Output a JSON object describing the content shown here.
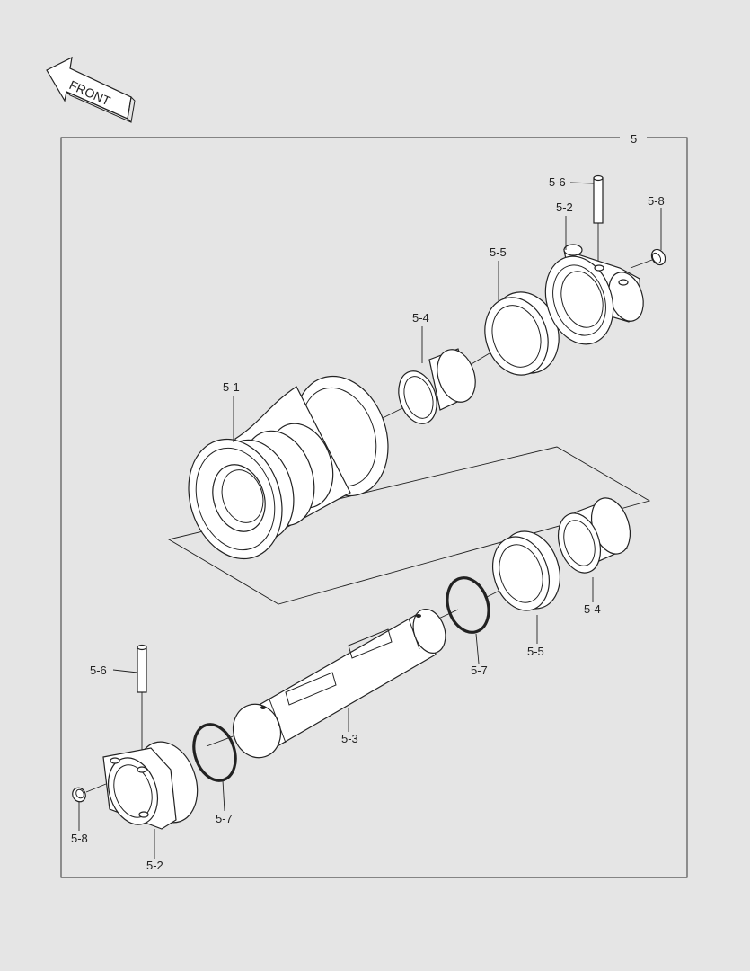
{
  "front_arrow": {
    "label": "FRONT"
  },
  "assembly": {
    "number": "5"
  },
  "callouts": {
    "c5_1": "5-1",
    "c5_2_top": "5-2",
    "c5_2_bottom": "5-2",
    "c5_3": "5-3",
    "c5_4_top": "5-4",
    "c5_4_bottom": "5-4",
    "c5_5_top": "5-5",
    "c5_5_bottom": "5-5",
    "c5_6_top": "5-6",
    "c5_6_bottom": "5-6",
    "c5_7_left": "5-7",
    "c5_7_right": "5-7",
    "c5_8_top": "5-8",
    "c5_8_bottom": "5-8"
  }
}
